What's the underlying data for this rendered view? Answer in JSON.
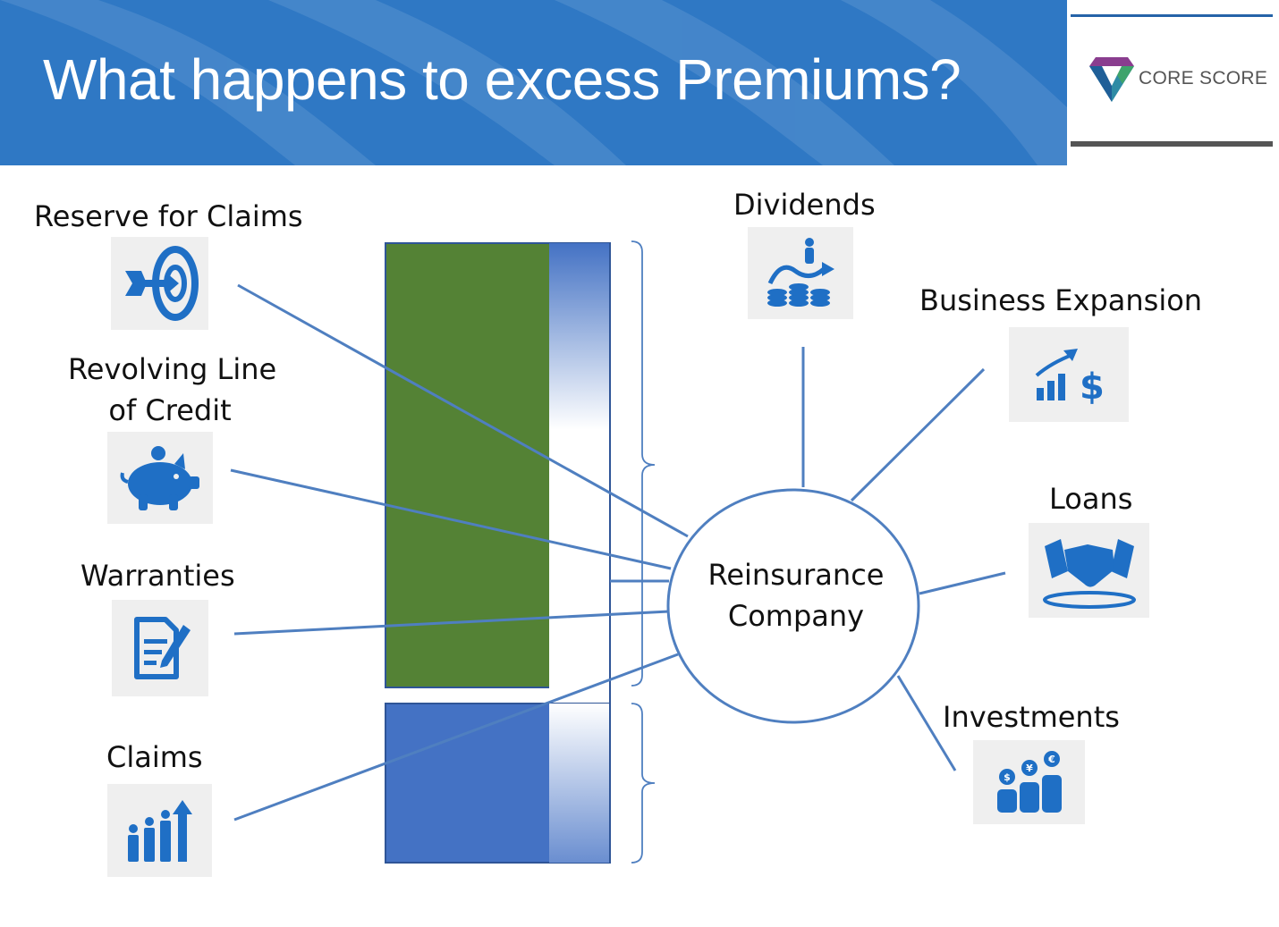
{
  "title": "What happens to excess Premiums?",
  "logo": {
    "text": "CORE SCORE"
  },
  "center_node": {
    "line1": "Reinsurance",
    "line2": "Company"
  },
  "left_items": [
    {
      "label": "Reserve for Claims",
      "icon": "target-arrow-icon"
    },
    {
      "label_line1": "Revolving Line",
      "label_line2": "of Credit",
      "icon": "piggy-bank-icon"
    },
    {
      "label": "Warranties",
      "icon": "document-pen-icon"
    },
    {
      "label": "Claims",
      "icon": "people-growth-icon"
    }
  ],
  "right_items": [
    {
      "label": "Dividends",
      "icon": "coins-climb-icon"
    },
    {
      "label": "Business Expansion",
      "icon": "growth-dollar-icon"
    },
    {
      "label": "Loans",
      "icon": "handshake-icon"
    },
    {
      "label": "Investments",
      "icon": "currency-coins-icon"
    }
  ],
  "colors": {
    "header": "#2f78c4",
    "green_block": "#548235",
    "blue_block": "#4472c4",
    "connector": "#4f7fc0",
    "icon_blue": "#1f6fc5"
  }
}
